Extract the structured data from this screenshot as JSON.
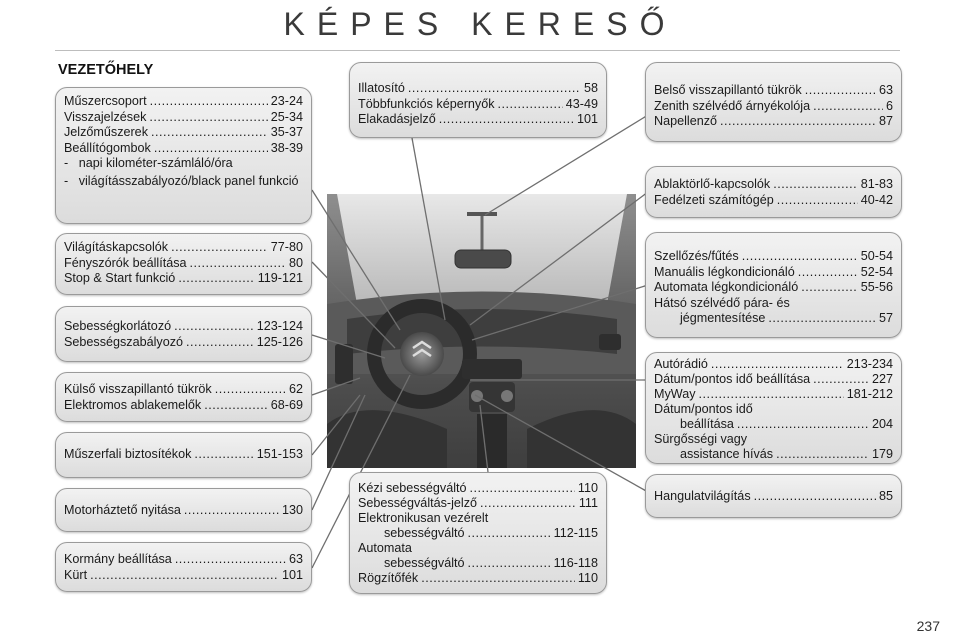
{
  "title": "KÉPES KERESŐ",
  "section": "VEZETŐHELY",
  "page_number": "237",
  "boxes": [
    {
      "id": "instruments",
      "rows": [
        {
          "label": "Műszercsoport",
          "page": "23-24"
        },
        {
          "label": "Visszajelzések",
          "page": "25-34"
        },
        {
          "label": "Jelzőműszerek",
          "page": "35-37"
        },
        {
          "label": "Beállítógombok",
          "page": "38-39"
        }
      ],
      "bullets": [
        "napi kilométer-számláló/óra",
        "világításszabályozó/black panel funkció"
      ]
    },
    {
      "id": "lights",
      "rows": [
        {
          "label": "Világításkapcsolók",
          "page": "77-80"
        },
        {
          "label": "Fényszórók beállítása",
          "page": "80"
        },
        {
          "label": "Stop & Start funkció",
          "page": "119-121"
        }
      ]
    },
    {
      "id": "speed",
      "rows": [
        {
          "label": "Sebességkorlátozó",
          "page": "123-124"
        },
        {
          "label": "Sebességszabályozó",
          "page": "125-126"
        }
      ]
    },
    {
      "id": "mirrors",
      "rows": [
        {
          "label": "Külső visszapillantó tükrök",
          "page": "62"
        },
        {
          "label": "Elektromos ablakemelők",
          "page": "68-69"
        }
      ]
    },
    {
      "id": "fuses",
      "rows": [
        {
          "label": "Műszerfali biztosítékok",
          "page": "151-153"
        }
      ]
    },
    {
      "id": "bonnet",
      "rows": [
        {
          "label": "Motorháztető nyitása",
          "page": "130"
        }
      ]
    },
    {
      "id": "wheel",
      "rows": [
        {
          "label": "Kormány beállítása",
          "page": "63"
        },
        {
          "label": "Kürt",
          "page": "101"
        }
      ]
    },
    {
      "id": "perfume",
      "rows": [
        {
          "label": "Illatosító",
          "page": "58"
        },
        {
          "label": "Többfunkciós képernyők",
          "page": "43-49"
        },
        {
          "label": "Elakadásjelző",
          "page": "101"
        }
      ]
    },
    {
      "id": "gear",
      "rows": [
        {
          "label": "Kézi sebességváltó",
          "page": "110"
        },
        {
          "label": "Sebességváltás-jelző",
          "page": "111"
        },
        {
          "label": "Elektronikusan vezérelt",
          "page": ""
        },
        {
          "label": "sebességváltó",
          "page": "112-115",
          "indent": true
        },
        {
          "label": "Automata",
          "page": ""
        },
        {
          "label": "sebességváltó",
          "page": "116-118",
          "indent": true
        },
        {
          "label": "Rögzítőfék",
          "page": "110"
        }
      ]
    },
    {
      "id": "interior",
      "rows": [
        {
          "label": "Belső visszapillantó tükrök",
          "page": "63"
        },
        {
          "label": "Zenith szélvédő árnyékolója",
          "page": "6"
        },
        {
          "label": "Napellenző",
          "page": "87"
        }
      ]
    },
    {
      "id": "wipers",
      "rows": [
        {
          "label": "Ablaktörlő-kapcsolók",
          "page": "81-83"
        },
        {
          "label": "Fedélzeti számítógép",
          "page": "40-42"
        }
      ]
    },
    {
      "id": "hvac",
      "rows": [
        {
          "label": "Szellőzés/fűtés",
          "page": "50-54"
        },
        {
          "label": "Manuális légkondicionáló",
          "page": "52-54"
        },
        {
          "label": "Automata légkondicionáló",
          "page": "55-56"
        },
        {
          "label": "Hátsó szélvédő pára- és",
          "page": ""
        },
        {
          "label": "jégmentesítése",
          "page": "57",
          "indent": true
        }
      ]
    },
    {
      "id": "audio",
      "rows": [
        {
          "label": "Autórádió",
          "page": "213-234"
        },
        {
          "label": "Dátum/pontos idő beállítása",
          "page": "227"
        },
        {
          "label": "MyWay",
          "page": "181-212"
        },
        {
          "label": "Dátum/pontos idő",
          "page": ""
        },
        {
          "label": "beállítása",
          "page": "204",
          "indent": true
        },
        {
          "label": "Sürgősségi vagy",
          "page": ""
        },
        {
          "label": "assistance hívás",
          "page": "179",
          "indent": true
        }
      ]
    },
    {
      "id": "ambient",
      "rows": [
        {
          "label": "Hangulatvilágítás",
          "page": "85"
        }
      ]
    }
  ]
}
